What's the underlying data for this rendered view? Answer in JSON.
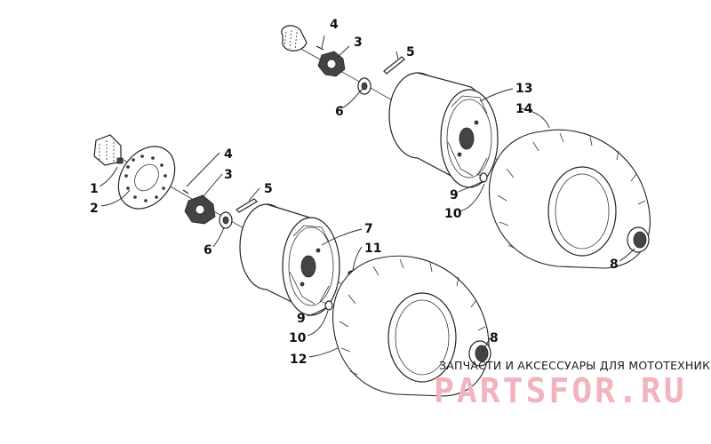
{
  "callouts": [
    {
      "id": "rear-4",
      "text": "4"
    },
    {
      "id": "rear-3",
      "text": "3"
    },
    {
      "id": "rear-5",
      "text": "5"
    },
    {
      "id": "rear-6",
      "text": "6"
    },
    {
      "id": "rear-13",
      "text": "13"
    },
    {
      "id": "rear-14",
      "text": "14"
    },
    {
      "id": "rear-9",
      "text": "9"
    },
    {
      "id": "rear-10",
      "text": "10"
    },
    {
      "id": "rear-8",
      "text": "8"
    },
    {
      "id": "front-1",
      "text": "1"
    },
    {
      "id": "front-2",
      "text": "2"
    },
    {
      "id": "front-4",
      "text": "4"
    },
    {
      "id": "front-3",
      "text": "3"
    },
    {
      "id": "front-5",
      "text": "5"
    },
    {
      "id": "front-6",
      "text": "6"
    },
    {
      "id": "front-7",
      "text": "7"
    },
    {
      "id": "front-11",
      "text": "11"
    },
    {
      "id": "front-9",
      "text": "9"
    },
    {
      "id": "front-10",
      "text": "10"
    },
    {
      "id": "front-12",
      "text": "12"
    },
    {
      "id": "front-8",
      "text": "8"
    }
  ],
  "watermark": {
    "caption": "ЗАПЧАСТИ И АКСЕССУАРЫ ДЛЯ МОТОТЕХНИКИ",
    "logo": "PARTSFOR.RU",
    "logo_color": "#f3b3bd"
  }
}
